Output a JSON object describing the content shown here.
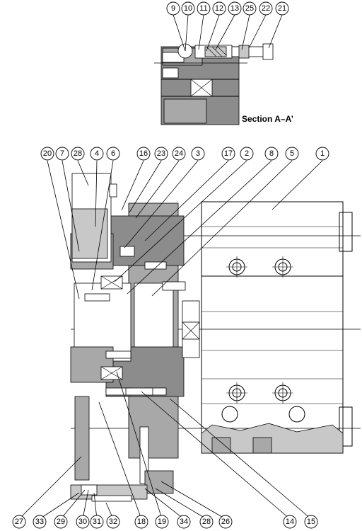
{
  "section_title": "Section A–A’",
  "callouts": {
    "top": [
      "9",
      "10",
      "11",
      "12",
      "13",
      "25",
      "22",
      "21"
    ],
    "main_top": [
      "20",
      "7",
      "28",
      "4",
      "6",
      "16",
      "23",
      "24",
      "3",
      "17",
      "2",
      "8",
      "5",
      "1"
    ],
    "bottom": [
      "27",
      "33",
      "29",
      "30",
      "31",
      "32",
      "18",
      "19",
      "34",
      "28",
      "26",
      "14",
      "15"
    ]
  }
}
